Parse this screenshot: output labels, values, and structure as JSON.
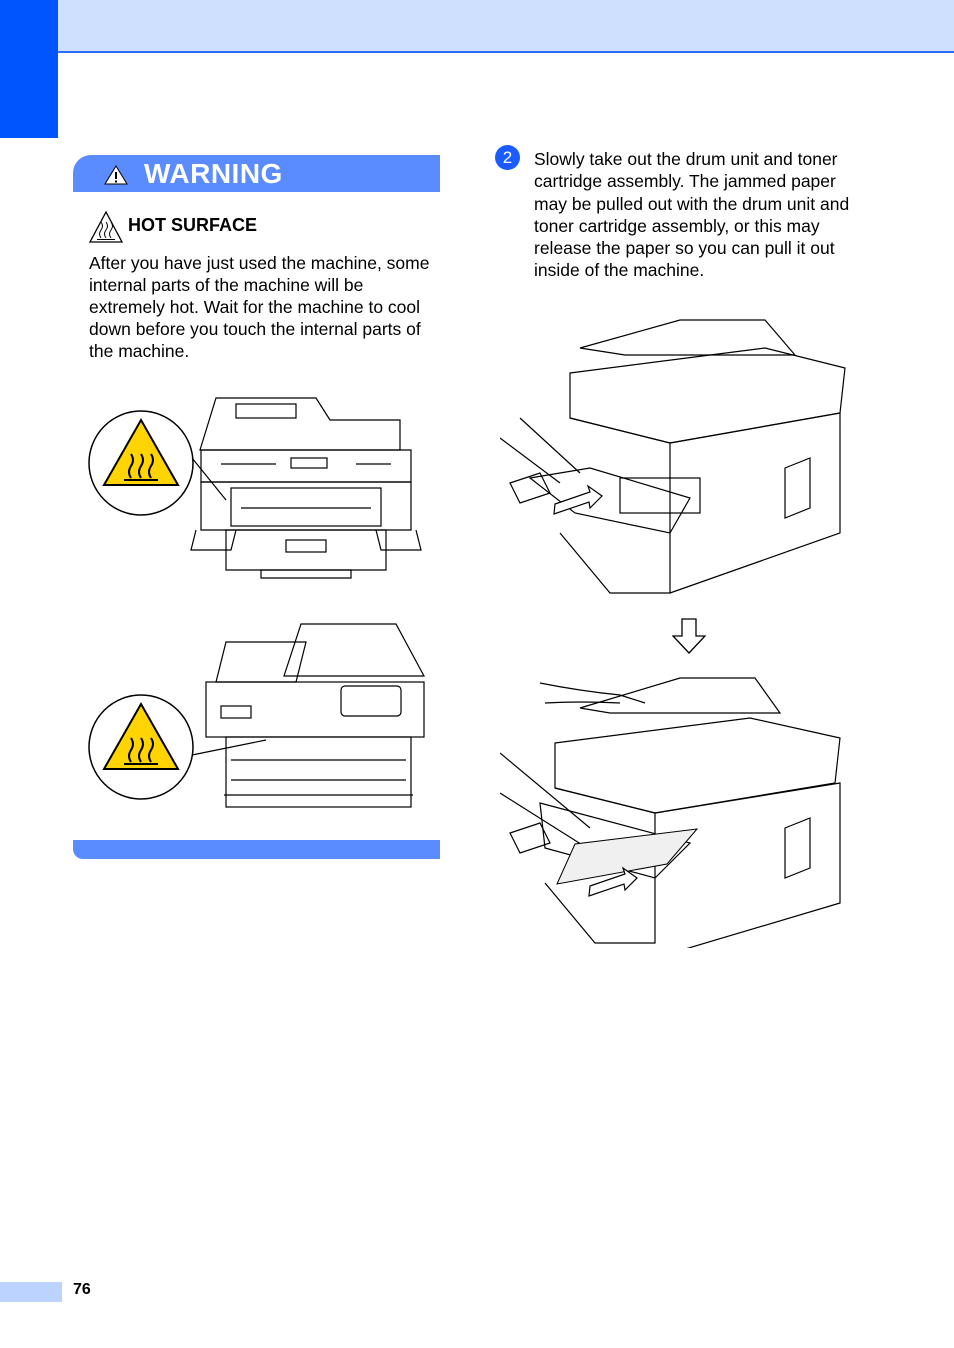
{
  "warning": {
    "title": "WARNING",
    "hot_surface_title": "HOT SURFACE",
    "hot_surface_body": "After you have just used the machine, some internal parts of the machine will be extremely hot. Wait for the machine to cool down before you touch the internal parts of the machine."
  },
  "step": {
    "number": "2",
    "text": "Slowly take out the drum unit and toner cartridge assembly. The jammed paper may be pulled out with the drum unit and toner cartridge assembly, or this may release the paper so you can pull it out inside of the machine."
  },
  "footer": {
    "page_number": "76"
  },
  "icons": [
    "warning-triangle-icon",
    "hot-surface-icon",
    "hot-surface-label-icon",
    "down-arrow-icon"
  ],
  "colors": {
    "accent": "#0055ff",
    "warning_bar": "#5b8cff",
    "band": "#cfe0ff",
    "hot_label": "#ffd400"
  }
}
